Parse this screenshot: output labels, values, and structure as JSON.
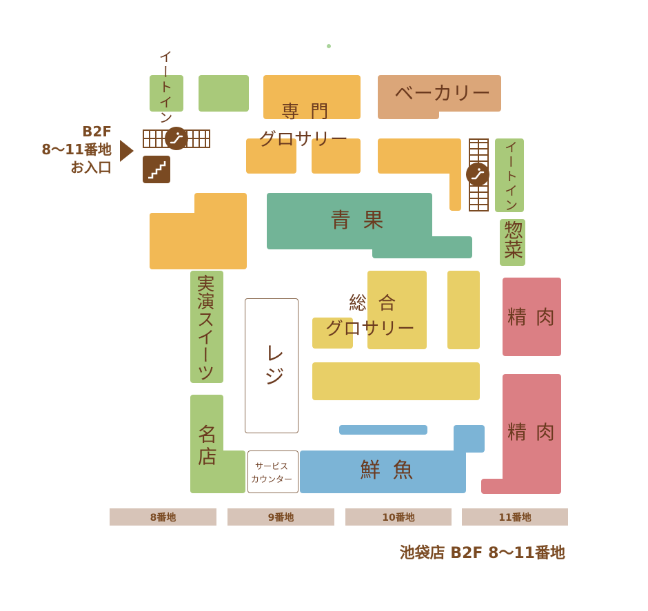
{
  "map": {
    "title": "池袋店 B2F 8〜11番地",
    "entrance": {
      "line1": "B2F",
      "line2": "8〜11番地",
      "line3": "お入口"
    },
    "areas": {
      "eat_in_left": "イートイン",
      "eat_in_right": "イートイン",
      "specialty_grocery_1": "専 門",
      "specialty_grocery_2": "グロサリー",
      "bakery": "ベーカリー",
      "produce": "青 果",
      "deli": "惣菜",
      "live_sweets": "実演スイーツ",
      "general_grocery_1": "総 合",
      "general_grocery_2": "グロサリー",
      "register": "レジ",
      "meat_1": "精 肉",
      "meat_2": "精 肉",
      "famous_shops": "名店",
      "service_counter_1": "サービス",
      "service_counter_2": "カウンター",
      "fish": "鮮 魚"
    },
    "addresses": [
      "8番地",
      "9番地",
      "10番地",
      "11番地"
    ],
    "icons": {
      "escalator": "escalator-icon",
      "stairs": "stairs-icon",
      "entrance_arrow": "arrow-right-icon"
    },
    "colors": {
      "grocery": "#f2b955",
      "eat_in": "#a9c97a",
      "produce": "#72b497",
      "general_grocery": "#e8cf67",
      "meat": "#db7f84",
      "fish": "#7cb4d6",
      "bakery": "#dba679",
      "text": "#6b3a1f"
    }
  }
}
